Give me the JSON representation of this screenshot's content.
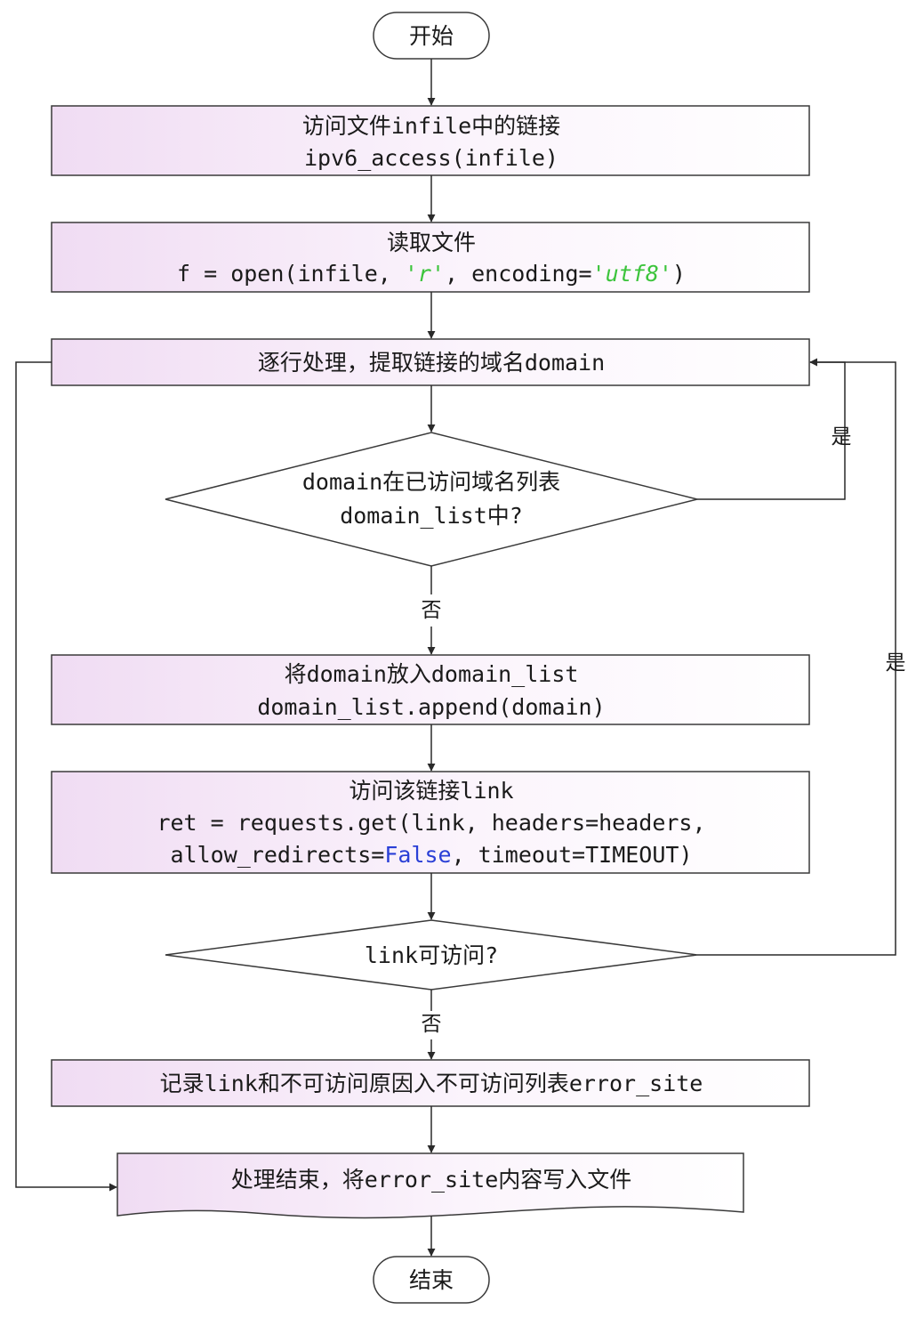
{
  "nodes": {
    "start": {
      "text": "开始"
    },
    "access": {
      "line1": "访问文件infile中的链接",
      "line2": "ipv6_access(infile)"
    },
    "read": {
      "line1": "读取文件",
      "line2": {
        "p1": "f = open(infile, ",
        "str1": "'r'",
        "p2": ", encoding=",
        "str2": "'utf8'",
        "p3": ")"
      }
    },
    "process": {
      "text": "逐行处理，提取链接的域名domain"
    },
    "check_domain": {
      "line1": "domain在已访问域名列表",
      "line2": "domain_list中?"
    },
    "append": {
      "line1": "将domain放入domain_list",
      "line2": "domain_list.append(domain)"
    },
    "request": {
      "line1": "访问该链接link",
      "line2": "ret = requests.get(link, headers=headers,",
      "line3": {
        "p1": "allow_redirects=",
        "kw": "False",
        "p2": ", timeout=TIMEOUT)"
      }
    },
    "check_link": {
      "text": "link可访问?"
    },
    "record": {
      "text": "记录link和不可访问原因入不可访问列表error_site"
    },
    "finish": {
      "text": "处理结束，将error_site内容写入文件"
    },
    "end": {
      "text": "结束"
    }
  },
  "edges": {
    "yes_domain": "是",
    "no_domain": "否",
    "yes_link": "是",
    "no_link": "否"
  },
  "colors": {
    "box_fill_start": "#f0dcf3",
    "box_fill_end": "#ffffff",
    "stroke": "#3a3a3a",
    "string_literal": "#3cc43c",
    "keyword": "#2a3fd6"
  }
}
